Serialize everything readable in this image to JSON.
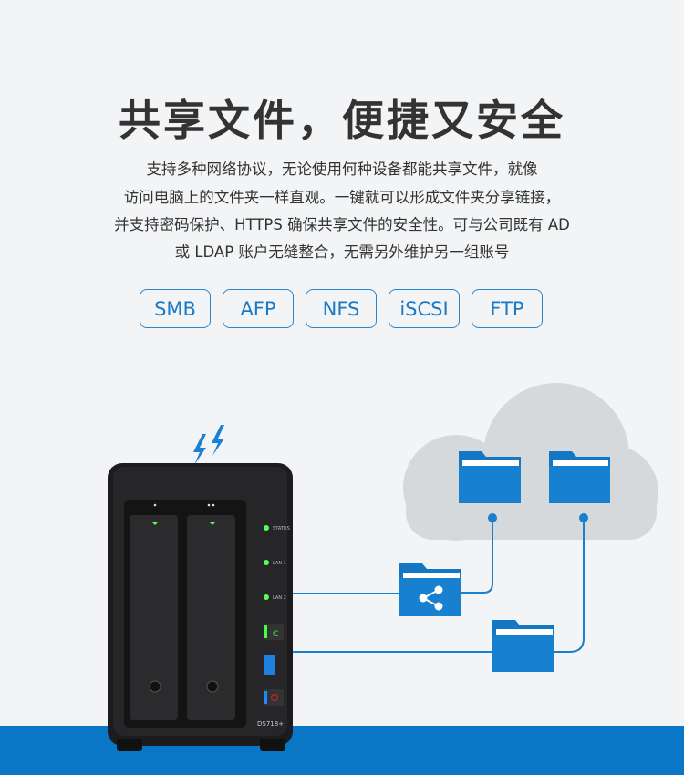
{
  "header": {
    "title": "共享文件，便捷又安全"
  },
  "description": [
    "支持多种网络协议，无论使用何种设备都能共享文件，就像",
    "访问电脑上的文件夹一样直观。一键就可以形成文件夹分享链接，",
    "并支持密码保护、HTTPS 确保共享文件的安全性。可与公司既有 AD",
    "或 LDAP 账户无缝整合，无需另外维护另一组账号"
  ],
  "protocols": [
    "SMB",
    "AFP",
    "NFS",
    "iSCSI",
    "FTP"
  ],
  "device": {
    "model": "DS718+",
    "leds": [
      "STATUS",
      "LAN 1",
      "LAN 2"
    ]
  },
  "colors": {
    "accent": "#0a76c6",
    "folder": "#1477c4"
  }
}
